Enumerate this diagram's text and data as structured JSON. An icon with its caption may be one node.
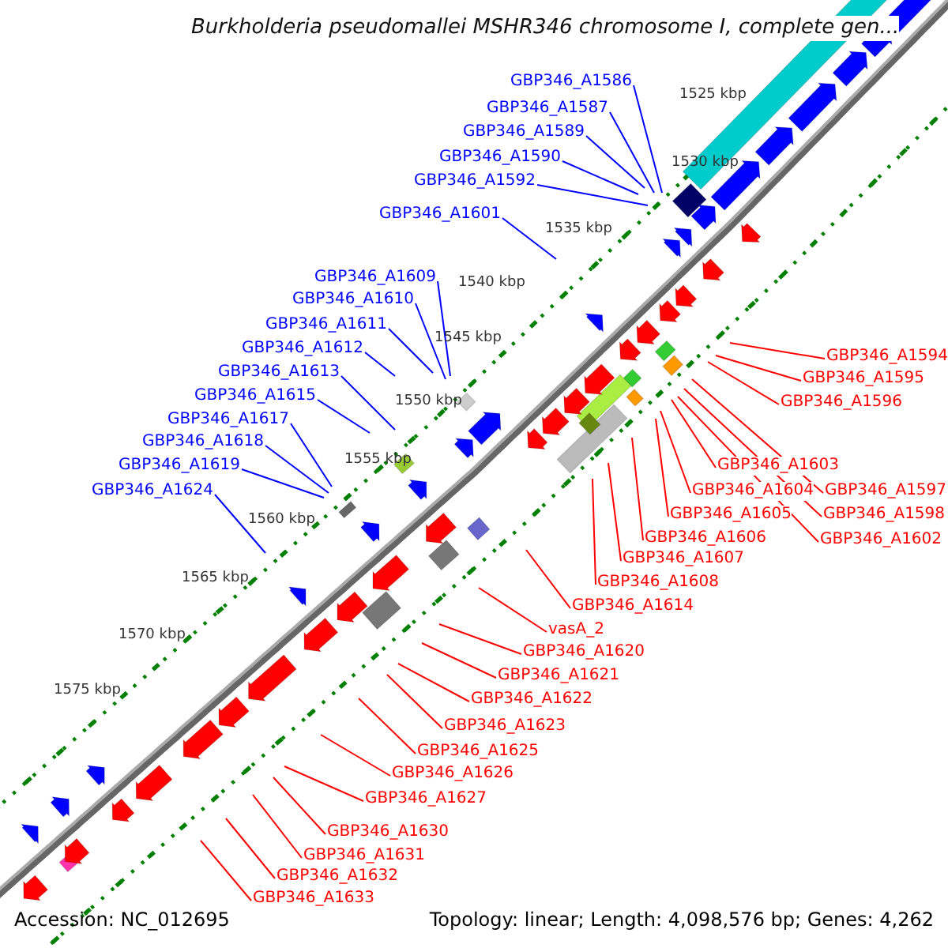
{
  "diagram": {
    "title": "Burkholderia pseudomallei MSHR346 chromosome I, complete gen...",
    "nodes": [
      {
        "text": [
          "GBP346_A1586"
        ]
      },
      {
        "text": [
          "GBP346_A1587"
        ]
      },
      {
        "text": [
          "GBP346_A1589"
        ]
      },
      {
        "text": [
          "GBP346_A1590"
        ]
      },
      {
        "text": [
          "GBP346_A1592"
        ]
      },
      {
        "text": [
          "GBP346_A1601"
        ]
      },
      {
        "text": [
          "GBP346_A1609"
        ]
      },
      {
        "text": [
          "GBP346_A1610"
        ]
      },
      {
        "text": [
          "GBP346_A1611"
        ]
      },
      {
        "text": [
          "GBP346_A1612"
        ]
      },
      {
        "text": [
          "GBP346_A1613"
        ]
      },
      {
        "text": [
          "GBP346_A1615"
        ]
      },
      {
        "text": [
          "GBP346_A1617"
        ]
      },
      {
        "text": [
          "GBP346_A1618"
        ]
      },
      {
        "text": [
          "GBP346_A1619"
        ]
      },
      {
        "text": [
          "GBP346_A1624"
        ]
      },
      {
        "text": [
          "GBP346_A1594"
        ]
      },
      {
        "text": [
          "GBP346_A1595"
        ]
      },
      {
        "text": [
          "GBP346_A1596"
        ]
      },
      {
        "text": [
          "GBP346_A1603"
        ]
      },
      {
        "text": [
          "GBP346_A1597"
        ]
      },
      {
        "text": [
          "GBP346_A1604"
        ]
      },
      {
        "text": [
          "GBP346_A1598"
        ]
      },
      {
        "text": [
          "GBP346_A1605"
        ]
      },
      {
        "text": [
          "GBP346_A1602"
        ]
      },
      {
        "text": [
          "GBP346_A1606"
        ]
      },
      {
        "text": [
          "GBP346_A1607"
        ]
      },
      {
        "text": [
          "GBP346_A1608"
        ]
      },
      {
        "text": [
          "GBP346_A1614"
        ]
      },
      {
        "text": [
          "vasA_2"
        ]
      },
      {
        "text": [
          "GBP346_A1620"
        ]
      },
      {
        "text": [
          "GBP346_A1621"
        ]
      },
      {
        "text": [
          "GBP346_A1622"
        ]
      },
      {
        "text": [
          "GBP346_A1623"
        ]
      },
      {
        "text": [
          "GBP346_A1625"
        ]
      },
      {
        "text": [
          "GBP346_A1626"
        ]
      },
      {
        "text": [
          "GBP346_A1627"
        ]
      },
      {
        "text": [
          "GBP346_A1630"
        ]
      },
      {
        "text": [
          "GBP346_A1631"
        ]
      },
      {
        "text": [
          "GBP346_A1632"
        ]
      },
      {
        "text": [
          "GBP346_A1633"
        ]
      }
    ],
    "edges": [
      {
        "from": 0,
        "to": null,
        "arrow": "none",
        "color": "#0000ff"
      },
      {
        "from": 1,
        "to": null,
        "arrow": "none",
        "color": "#0000ff"
      },
      {
        "from": 2,
        "to": null,
        "arrow": "none",
        "color": "#0000ff"
      },
      {
        "from": 3,
        "to": null,
        "arrow": "none",
        "color": "#0000ff"
      },
      {
        "from": 4,
        "to": null,
        "arrow": "none",
        "color": "#0000ff"
      },
      {
        "from": 5,
        "to": null,
        "arrow": "none",
        "color": "#0000ff"
      },
      {
        "from": 6,
        "to": null,
        "arrow": "none",
        "color": "#0000ff"
      },
      {
        "from": 7,
        "to": null,
        "arrow": "none",
        "color": "#0000ff"
      },
      {
        "from": 8,
        "to": null,
        "arrow": "none",
        "color": "#0000ff"
      },
      {
        "from": 9,
        "to": null,
        "arrow": "none",
        "color": "#0000ff"
      },
      {
        "from": 10,
        "to": null,
        "arrow": "none",
        "color": "#0000ff"
      },
      {
        "from": 11,
        "to": null,
        "arrow": "none",
        "color": "#0000ff"
      },
      {
        "from": 12,
        "to": null,
        "arrow": "none",
        "color": "#0000ff"
      },
      {
        "from": 13,
        "to": null,
        "arrow": "none",
        "color": "#0000ff"
      },
      {
        "from": 14,
        "to": null,
        "arrow": "none",
        "color": "#0000ff"
      },
      {
        "from": 15,
        "to": null,
        "arrow": "none",
        "color": "#0000ff"
      },
      {
        "from": 16,
        "to": null,
        "arrow": "none"
      },
      {
        "from": 17,
        "to": null,
        "arrow": "none"
      },
      {
        "from": 18,
        "to": null,
        "arrow": "none"
      },
      {
        "from": 19,
        "to": null,
        "arrow": "none"
      },
      {
        "from": 20,
        "to": null,
        "arrow": "none"
      },
      {
        "from": 21,
        "to": null,
        "arrow": "none"
      },
      {
        "from": 22,
        "to": null,
        "arrow": "none"
      },
      {
        "from": 23,
        "to": null,
        "arrow": "none"
      },
      {
        "from": 24,
        "to": null,
        "arrow": "none"
      },
      {
        "from": 25,
        "to": null,
        "arrow": "none"
      },
      {
        "from": 26,
        "to": null,
        "arrow": "none"
      },
      {
        "from": 27,
        "to": null,
        "arrow": "none"
      },
      {
        "from": 28,
        "to": null,
        "arrow": "none"
      },
      {
        "from": 29,
        "to": null,
        "arrow": "none"
      },
      {
        "from": 30,
        "to": null,
        "arrow": "none"
      },
      {
        "from": 31,
        "to": null,
        "arrow": "none"
      },
      {
        "from": 32,
        "to": null,
        "arrow": "none"
      },
      {
        "from": 33,
        "to": null,
        "arrow": "none"
      },
      {
        "from": 34,
        "to": null,
        "arrow": "none"
      },
      {
        "from": 35,
        "to": null,
        "arrow": "none"
      },
      {
        "from": 36,
        "to": null,
        "arrow": "none"
      },
      {
        "from": 37,
        "to": null,
        "arrow": "none"
      },
      {
        "from": 38,
        "to": null,
        "arrow": "none"
      },
      {
        "from": 39,
        "to": null,
        "arrow": "none"
      },
      {
        "from": 40,
        "to": null,
        "arrow": "none"
      }
    ],
    "labels": [
      "1525 kbp",
      "1530 kbp",
      "1535 kbp",
      "1540 kbp",
      "1545 kbp",
      "1550 kbp",
      "1555 kbp",
      "1560 kbp",
      "1565 kbp",
      "1570 kbp",
      "1575 kbp",
      "Accession: NC_012695",
      "Topology: linear; Length: 4,098,576 bp; Genes: 4,262"
    ]
  }
}
